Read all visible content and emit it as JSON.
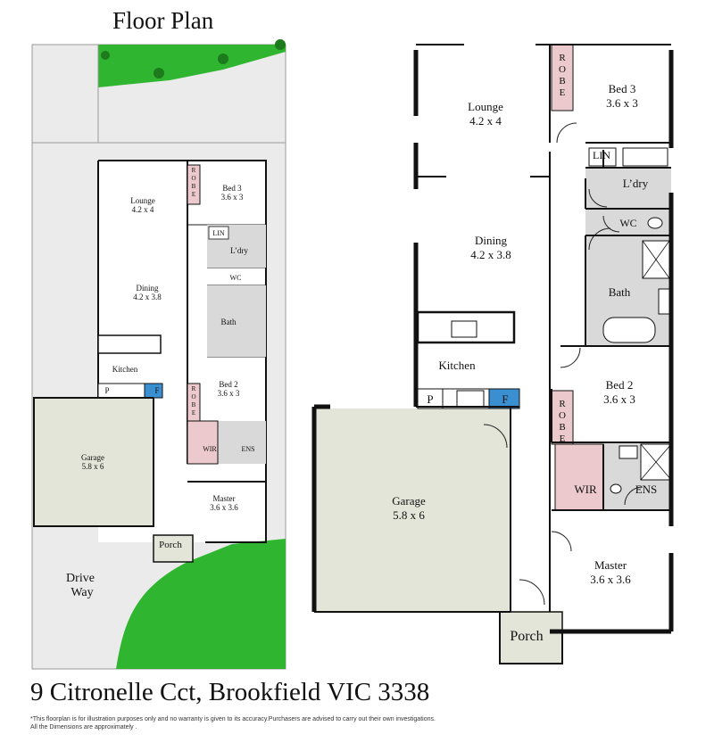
{
  "title": "Floor Plan",
  "address": "9 Citronelle Cct, Brookfield VIC 3338",
  "disclaimer": [
    "*This floorplan is for illustration purposes only and no warranty is given to its accuracy.Purchasers are advised to carry out their own investigations.",
    "All the Dimensions are approximately ."
  ],
  "site_plan": {
    "lounge": {
      "name": "Lounge",
      "dims": "4.2 x 4"
    },
    "bed3": {
      "name": "Bed 3",
      "dims": "3.6 x 3"
    },
    "robe": "ROBE",
    "lin": "LIN",
    "laundry": "L’dry",
    "wc": "WC",
    "dining": {
      "name": "Dining",
      "dims": "4.2 x 3.8"
    },
    "bath": "Bath",
    "kitchen": "Kitchen",
    "pantry": "P",
    "fridge": "F",
    "bed2": {
      "name": "Bed 2",
      "dims": "3.6 x 3"
    },
    "wir": "WIR",
    "ens": "ENS",
    "garage": {
      "name": "Garage",
      "dims": "5.8 x 6"
    },
    "master": {
      "name": "Master",
      "dims": "3.6 x 3.6"
    },
    "porch": "Porch",
    "driveway": [
      "Drive",
      "Way"
    ]
  },
  "floor_plan": {
    "lounge": {
      "name": "Lounge",
      "dims": "4.2 x 4"
    },
    "bed3": {
      "name": "Bed 3",
      "dims": "3.6 x 3"
    },
    "robe": "ROBE",
    "lin": "LIN",
    "laundry": "L’dry",
    "wc": "WC",
    "dining": {
      "name": "Dining",
      "dims": "4.2 x 3.8"
    },
    "bath": "Bath",
    "kitchen": "Kitchen",
    "pantry": "P",
    "fridge": "F",
    "bed2": {
      "name": "Bed 2",
      "dims": "3.6 x 3"
    },
    "wir": "WIR",
    "ens": "ENS",
    "garage": {
      "name": "Garage",
      "dims": "5.8 x 6"
    },
    "master": {
      "name": "Master",
      "dims": "3.6 x 3.6"
    },
    "porch": "Porch"
  },
  "colors": {
    "lawn": "#2fb52f",
    "wet_area": "#d9d9d9",
    "robe": "#ecc9cc",
    "fridge": "#3a8fd1",
    "garage": "#e3e5d9"
  }
}
